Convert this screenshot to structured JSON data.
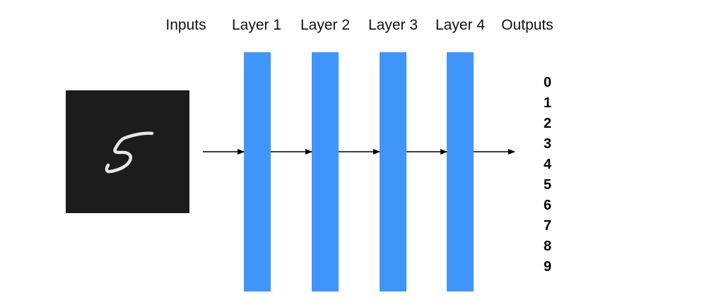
{
  "column_labels": {
    "inputs": "Inputs",
    "layer1": "Layer 1",
    "layer2": "Layer 2",
    "layer3": "Layer 3",
    "layer4": "Layer 4",
    "outputs": "Outputs"
  },
  "input_image": {
    "depicted_digit": "5",
    "background_color": "#1c1c1c"
  },
  "layers": {
    "count": 4,
    "color": "#3f95fa"
  },
  "output_classes": [
    "0",
    "1",
    "2",
    "3",
    "4",
    "5",
    "6",
    "7",
    "8",
    "9"
  ],
  "arrow_color": "#000000"
}
